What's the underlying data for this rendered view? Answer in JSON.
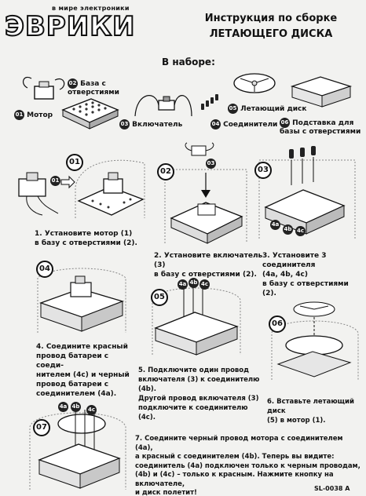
{
  "brand": {
    "tagline": "в мире электроники",
    "name": "ЭВРИКИ"
  },
  "title": {
    "line1": "Инструкция по сборке",
    "line2": "ЛЕТАЮЩЕГО ДИСКА"
  },
  "kit_heading": "В наборе:",
  "parts": [
    {
      "num": "01",
      "label": "Мотор"
    },
    {
      "num": "02",
      "label": "База с отверстиями"
    },
    {
      "num": "03",
      "label": "Включатель"
    },
    {
      "num": "04",
      "label": "Соединители"
    },
    {
      "num": "05",
      "label": "Летающий диск"
    },
    {
      "num": "06",
      "label": "Подставка для базы с отверстиями"
    }
  ],
  "steps": [
    {
      "num": "01",
      "text_lines": [
        "1. Установите мотор (1)",
        "в базу с отверстиями (2)."
      ]
    },
    {
      "num": "02",
      "text_lines": [
        "2. Установите включатель (3)",
        "в базу с отверстиями (2)."
      ]
    },
    {
      "num": "03",
      "text_lines": [
        "3. Установите 3 соединителя",
        "(4a, 4b, 4c)",
        "в базу с отверстиями (2)."
      ]
    },
    {
      "num": "04",
      "text_lines": [
        "4. Соедините красный",
        "провод батареи с соеди-",
        "нителем (4c) и черный",
        "провод батареи с",
        "соединителем (4a)."
      ]
    },
    {
      "num": "05",
      "text_lines": [
        "5. Подключите один провод",
        "включателя (3) к соединителю (4b).",
        "Другой провод включателя (3)",
        "подключите к соединителю (4c)."
      ]
    },
    {
      "num": "06",
      "text_lines": [
        "6. Вставьте летающий диск",
        "(5) в мотор (1)."
      ]
    },
    {
      "num": "07",
      "text_lines": [
        "7. Соедините черный провод мотора с соединителем (4a),",
        "а красный с соединителем (4b). Теперь вы видите:",
        "соединитель (4a) подключен только к черным проводам,",
        "(4b) и (4c) – только к красным. Нажмите кнопку на включателе,",
        "и диск полетит!"
      ]
    }
  ],
  "callouts": {
    "c01": "01",
    "c03": "03",
    "c4a": "4a",
    "c4b": "4b",
    "c4c": "4c"
  },
  "product_code": "SL-0038 A"
}
